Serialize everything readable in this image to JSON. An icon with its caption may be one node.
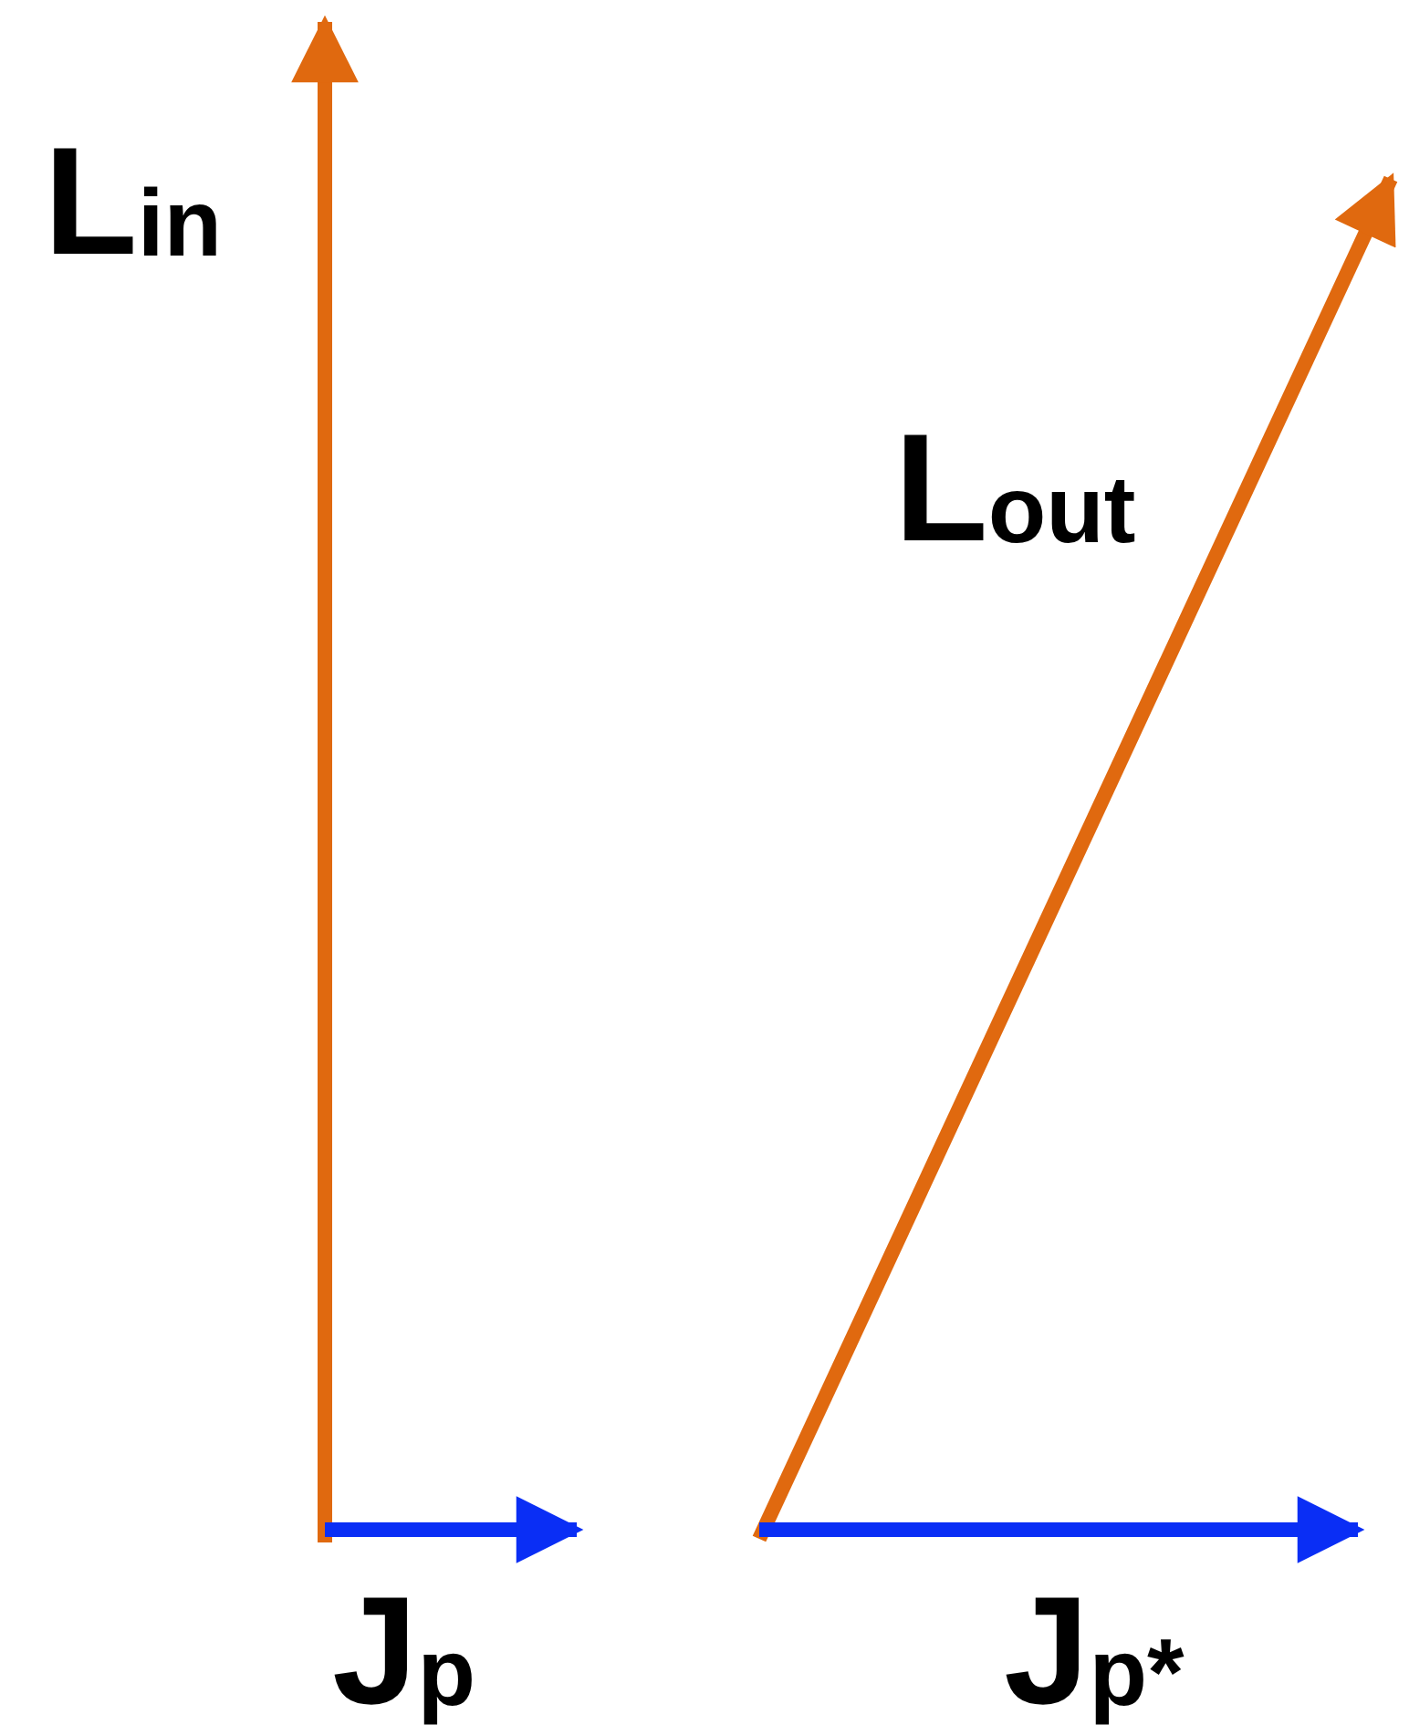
{
  "diagram": {
    "labels": [
      "L$_{in}$",
      "L$_{out}$",
      "J$_{p}$",
      "J$_{p*}$"
    ]
  }
}
